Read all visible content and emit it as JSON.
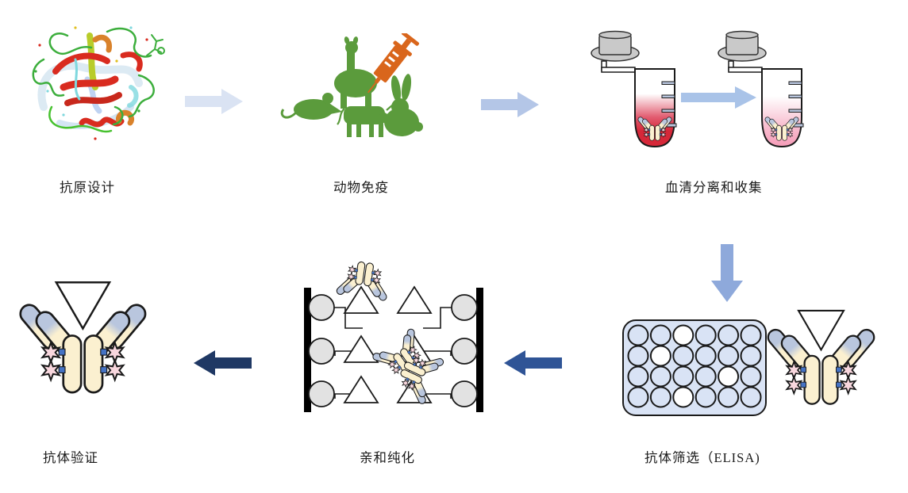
{
  "diagram": {
    "steps": [
      {
        "id": "antigen-design",
        "label": "抗原设计"
      },
      {
        "id": "animal-immunization",
        "label": "动物免疫"
      },
      {
        "id": "serum-separation",
        "label": "血清分离和收集"
      },
      {
        "id": "antibody-screening",
        "label": "抗体筛选（ELISA)"
      },
      {
        "id": "affinity-purification",
        "label": "亲和纯化"
      },
      {
        "id": "antibody-validation",
        "label": "抗体验证"
      }
    ]
  },
  "elisa_plate": {
    "rows": 4,
    "cols": 6,
    "empty_wells": [
      [
        0,
        2
      ],
      [
        1,
        1
      ],
      [
        2,
        4
      ],
      [
        3,
        2
      ]
    ]
  },
  "colors": {
    "arrow_step1": "#DAE3F3",
    "arrow_step2": "#B4C6E7",
    "arrow_tube": "#A9C3E8",
    "arrow_down": "#8EA9DB",
    "arrow_step4": "#2F5496",
    "arrow_step5": "#1F3864",
    "animal_green": "#5B9B3C",
    "syringe_orange": "#D9661C",
    "serum_red": "#D62839",
    "serum_pink": "#F59CB8",
    "cap_gray": "#C9C9C9",
    "bead_gray": "#E2E2E2",
    "plate_fill": "#D9E3F5",
    "antibody_yellow": "#FBF0D0",
    "antibody_blue": "#B9C6DE",
    "star_pink": "#F8D7DE",
    "connector_blue": "#4472C4"
  }
}
